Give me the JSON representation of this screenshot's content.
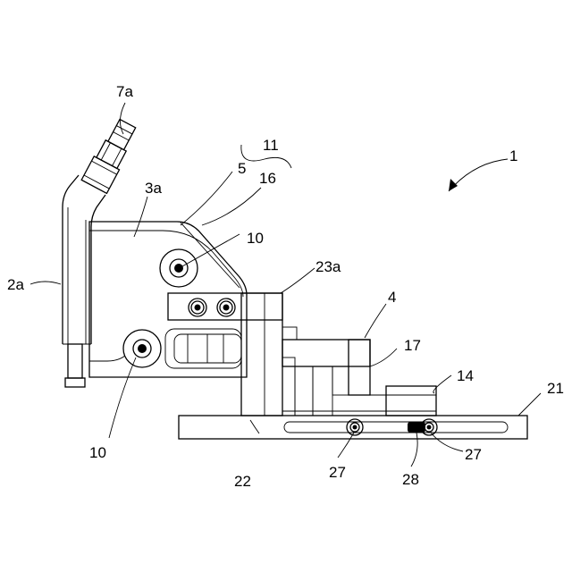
{
  "labels": {
    "l1": "1",
    "l2a": "2a",
    "l3a": "3a",
    "l4": "4",
    "l5": "5",
    "l7a": "7a",
    "l10_top": "10",
    "l10_bottom": "10",
    "l11": "11",
    "l14": "14",
    "l16": "16",
    "l17": "17",
    "l21": "21",
    "l22": "22",
    "l23a": "23a",
    "l27_left": "27",
    "l27_right": "27",
    "l28": "28"
  }
}
